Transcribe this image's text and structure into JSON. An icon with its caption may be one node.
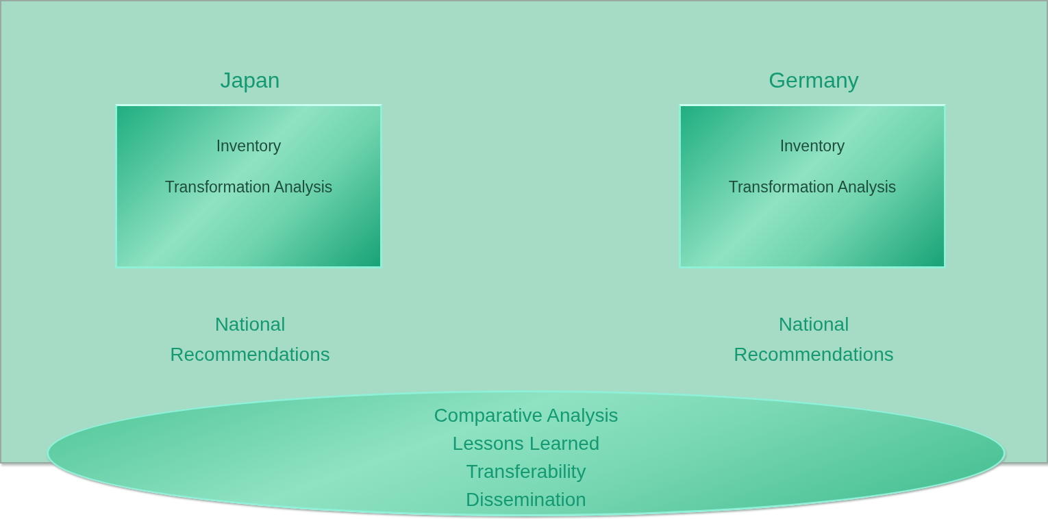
{
  "diagram": {
    "nodes": [
      {
        "text": [],
        "shape": "box"
      },
      {
        "text": [
          "Japan",
          "Inventory",
          "Transformation Analysis"
        ],
        "in": 0,
        "beside": [
          "National Recommendations"
        ]
      },
      {
        "text": [
          "Germany",
          "Inventory",
          "Transformation Analysis"
        ],
        "in": 0,
        "beside": [
          "National Recommendations"
        ]
      },
      {
        "text": [
          "Comparative Analysis",
          "Lessons Learned",
          "Transferability",
          "Dissemination"
        ]
      }
    ]
  }
}
